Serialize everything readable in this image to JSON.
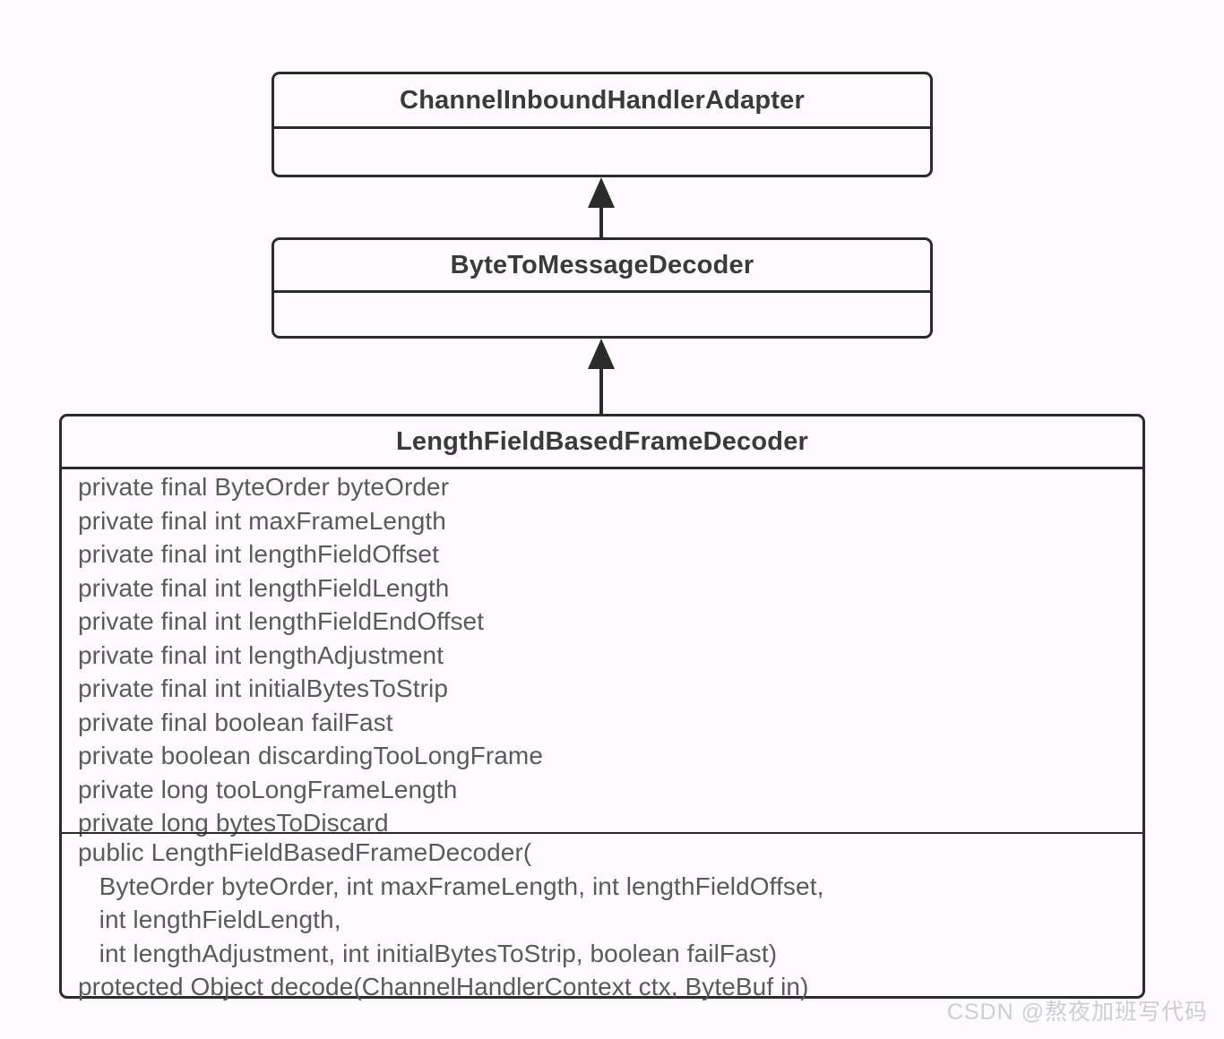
{
  "diagram": {
    "type": "uml-class-diagram",
    "classes": [
      {
        "id": "channel-inbound-handler-adapter",
        "name": "ChannelInboundHandlerAdapter",
        "attributes": [],
        "methods": []
      },
      {
        "id": "byte-to-message-decoder",
        "name": "ByteToMessageDecoder",
        "attributes": [],
        "methods": []
      },
      {
        "id": "length-field-based-frame-decoder",
        "name": "LengthFieldBasedFrameDecoder",
        "attributes": [
          "private final ByteOrder byteOrder",
          "private final int maxFrameLength",
          "private final int lengthFieldOffset",
          "private final int lengthFieldLength",
          "private final int lengthFieldEndOffset",
          "private final int lengthAdjustment",
          "private final int initialBytesToStrip",
          "private final boolean failFast",
          "private boolean discardingTooLongFrame",
          "private long tooLongFrameLength",
          "private long bytesToDiscard"
        ],
        "methods": [
          "public LengthFieldBasedFrameDecoder(",
          "   ByteOrder byteOrder, int maxFrameLength, int lengthFieldOffset,",
          "   int lengthFieldLength,",
          "   int lengthAdjustment, int initialBytesToStrip, boolean failFast)",
          "protected Object decode(ChannelHandlerContext ctx, ByteBuf in)"
        ]
      }
    ],
    "relationships": [
      {
        "id": "inherit-cihа-btmd",
        "kind": "inheritance",
        "from": "ByteToMessageDecoder",
        "to": "ChannelInboundHandlerAdapter"
      },
      {
        "id": "inherit-btmd-lfbfd",
        "kind": "inheritance",
        "from": "LengthFieldBasedFrameDecoder",
        "to": "ByteToMessageDecoder"
      }
    ]
  },
  "watermark": {
    "text": "CSDN @熬夜加班写代码"
  },
  "colors": {
    "background": "#fdfbfe",
    "border": "#2b2b2b",
    "title_text": "#3a3a3a",
    "member_text": "#5a5a5a",
    "watermark_text": "#cdcdd2"
  }
}
